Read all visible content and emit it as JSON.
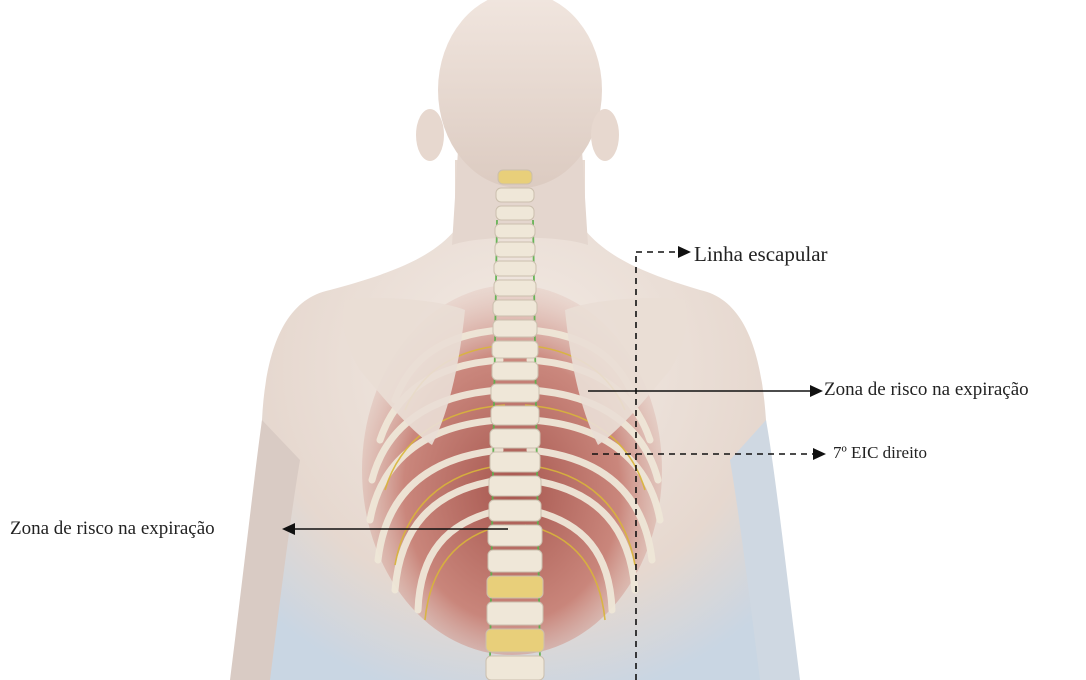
{
  "labels": {
    "linha_escapular": "Linha escapular",
    "zona_risco_direita": "Zona de risco na expiração",
    "eic_direito": "7º EIC direito",
    "zona_risco_esquerda": "Zona de risco na expiração"
  },
  "colors": {
    "skin": "#e8ddd6",
    "skin_shadow": "#c9b5ab",
    "bone": "#efe7d8",
    "nerve_yellow": "#d9b53a",
    "nerve_green": "#5ab04a",
    "muscle": "#b4524a",
    "line": "#111111"
  }
}
